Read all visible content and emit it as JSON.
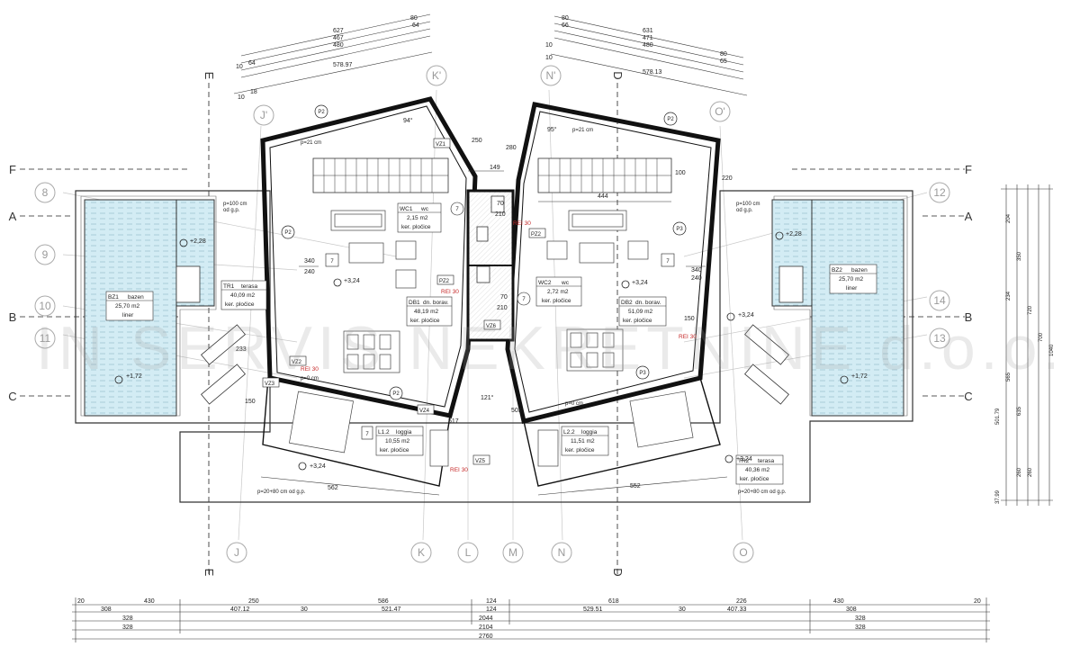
{
  "watermark": "IN SERVIS NEKRETNINE d.o.o.",
  "section_markers": [
    "A",
    "B",
    "C",
    "D",
    "E",
    "F"
  ],
  "grid_numbers": [
    "8",
    "9",
    "10",
    "11",
    "12",
    "13",
    "14"
  ],
  "grid_letters": [
    "J'",
    "K'",
    "N'",
    "O'",
    "J",
    "K",
    "L",
    "M",
    "N",
    "O"
  ],
  "rooms": {
    "wc1": {
      "code": "WC1",
      "name": "wc",
      "area": "2,15 m2",
      "finish": "ker. pločice"
    },
    "wc2": {
      "code": "WC2",
      "name": "wc",
      "area": "2,72 m2",
      "finish": "ker. pločice"
    },
    "db1": {
      "code": "DB1",
      "name": "dn. borav.",
      "area": "48,19 m2",
      "finish": "ker. pločice"
    },
    "db2": {
      "code": "DB2",
      "name": "dn. borav.",
      "area": "51,09 m2",
      "finish": "ker. pločice"
    },
    "tr1": {
      "code": "TR1",
      "name": "terasa",
      "area": "40,09 m2",
      "finish": "ker. pločice"
    },
    "tr2": {
      "code": "TR2",
      "name": "terasa",
      "area": "40,36 m2",
      "finish": "ker. pločice"
    },
    "bz1": {
      "code": "BZ1",
      "name": "bazen",
      "area": "25,70 m2",
      "finish": "liner"
    },
    "bz2": {
      "code": "BZ2",
      "name": "bazen",
      "area": "25,70 m2",
      "finish": "liner"
    },
    "l12": {
      "code": "L1.2",
      "name": "loggia",
      "area": "10,55 m2",
      "finish": "ker. pločice"
    },
    "l22": {
      "code": "L2.2",
      "name": "loggia",
      "area": "11,51 m2",
      "finish": "ker. pločice"
    }
  },
  "levels": {
    "l1": "+3,24",
    "l2": "+3,24",
    "l3": "+3,24",
    "l4": "+3,24",
    "l5": "+3,24",
    "pool_top_left": "+2,28",
    "pool_top_right": "+2,28",
    "pool_left": "+1,72",
    "pool_right": "+1,72"
  },
  "tags": {
    "p2a": "P2",
    "p2b": "P2",
    "p2c": "P2",
    "p2d": "P2",
    "p3a": "P3",
    "p3b": "P3",
    "vz1": "VZ1",
    "vz2": "VZ2",
    "vz3": "VZ3",
    "vz4": "VZ4",
    "vz5": "VZ5",
    "vz6": "VZ6",
    "pz2a": "PZ2",
    "pz2b": "PZ2",
    "rei1": "REI 30",
    "rei2": "REI 30",
    "rei3": "REI 30",
    "rei4": "REI 30",
    "rei5": "REI 30",
    "d7a": "7",
    "d7b": "7",
    "d7c": "7",
    "d7d": "7",
    "d7e": "7",
    "parapet1": "p=100 cm",
    "parapet1b": "od g.p.",
    "parapet2": "p=100 cm",
    "parapet2b": "od g.p.",
    "parapet3": "p=20+80 cm od g.p.",
    "parapet4": "p=20+80 cm od g.p.",
    "p21a": "p=21 cm",
    "p21b": "p=21 cm",
    "p0a": "p=0 cm",
    "p0b": "p=0 cm"
  },
  "dims_top_left": [
    "627",
    "80",
    "467",
    "64",
    "480",
    "10",
    "64",
    "578.97",
    "10",
    "18"
  ],
  "dims_top_right": [
    "80",
    "631",
    "66",
    "471",
    "480",
    "10",
    "80",
    "65",
    "578.13",
    "10"
  ],
  "dims_bottom_row1": [
    "20",
    "430",
    "250",
    "586",
    "124",
    "618",
    "226",
    "430",
    "20"
  ],
  "dims_bottom_row2": [
    "308",
    "407.12",
    "30",
    "521.47",
    "124",
    "529.51",
    "30",
    "407.33",
    "308"
  ],
  "dims_bottom_row3": [
    "328",
    "2044",
    "328"
  ],
  "dims_bottom_row4": [
    "328",
    "2104",
    "328"
  ],
  "dims_bottom_row5": [
    "2760"
  ],
  "dims_right": [
    "204",
    "350",
    "234",
    "720",
    "700",
    "565",
    "1040",
    "635",
    "501.79",
    "260",
    "260",
    "37.99"
  ],
  "dims_interior": {
    "d340a": "340",
    "d240a": "240",
    "d340b": "340",
    "d240b": "240",
    "d70a": "70",
    "d210a": "210",
    "d70b": "70",
    "d210b": "210",
    "d149": "149",
    "d444": "444",
    "d562": "562",
    "d552": "552",
    "d100": "100",
    "d220": "220",
    "d150a": "150",
    "d150b": "150",
    "d233": "233",
    "d250": "250",
    "d280": "280",
    "d517": "517",
    "d503": "503",
    "d94": "94°",
    "d95": "95°",
    "d121": "121°"
  }
}
